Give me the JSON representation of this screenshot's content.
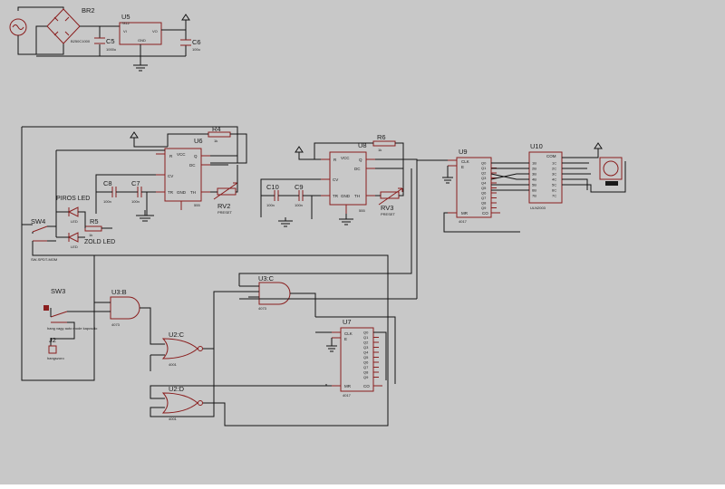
{
  "components": {
    "br2": {
      "ref": "BR2",
      "value": "B250C1000"
    },
    "u5": {
      "ref": "U5",
      "value": "7812",
      "pins": {
        "vi": "VI",
        "vo": "VO",
        "gnd": "GND"
      }
    },
    "c5": {
      "ref": "C5",
      "value": "1000u"
    },
    "c6": {
      "ref": "C6",
      "value": "100u"
    },
    "u6": {
      "ref": "U6",
      "value": "555",
      "pins": {
        "r": "R",
        "vcc": "VCC",
        "q": "Q",
        "dc": "DC",
        "cv": "CV",
        "gnd": "GND",
        "tr": "TR",
        "th": "TH"
      }
    },
    "r4": {
      "ref": "R4",
      "value": "1k"
    },
    "c8": {
      "ref": "C8",
      "value": "100n"
    },
    "c7": {
      "ref": "C7",
      "value": "100n"
    },
    "rv2": {
      "ref": "RV2",
      "value": "PRESET"
    },
    "u8": {
      "ref": "U8",
      "value": "555",
      "pins": {
        "r": "R",
        "vcc": "VCC",
        "q": "Q",
        "dc": "DC",
        "cv": "CV",
        "gnd": "GND",
        "tr": "TR",
        "th": "TH"
      }
    },
    "r6": {
      "ref": "R6",
      "value": "1k"
    },
    "c10": {
      "ref": "C10",
      "value": "100n"
    },
    "c9": {
      "ref": "C9",
      "value": "100n"
    },
    "rv3": {
      "ref": "RV3",
      "value": "PRESET"
    },
    "u9": {
      "ref": "U9",
      "value": "4017",
      "pins": {
        "clk": "CLK",
        "e": "E",
        "mr": "MR",
        "co": "CO"
      },
      "outputs": [
        "Q0",
        "Q1",
        "Q2",
        "Q3",
        "Q4",
        "Q5",
        "Q6",
        "Q7",
        "Q8",
        "Q9"
      ]
    },
    "u10": {
      "ref": "U10",
      "value": "ULN2003",
      "pins": {
        "com": "COM"
      },
      "inputs": [
        "1B",
        "2B",
        "3B",
        "4B",
        "5B",
        "6B",
        "7B"
      ],
      "outputs": [
        "1C",
        "2C",
        "3C",
        "4C",
        "5C",
        "6C",
        "7C"
      ]
    },
    "sw4": {
      "ref": "SW4",
      "value": "SW-SPDT-MOM"
    },
    "piros_led": {
      "label": "PIROS LED",
      "value": "LED"
    },
    "zold_led": {
      "label": "ZOLD LED",
      "value": "LED"
    },
    "r5": {
      "ref": "R5",
      "value": "1k"
    },
    "sw3": {
      "ref": "SW3",
      "value": "hang vagy auto mode kapcsolo"
    },
    "j2": {
      "ref": "J2",
      "value": "hangszoro"
    },
    "u3b": {
      "ref": "U3:B",
      "value": "4073"
    },
    "u3c": {
      "ref": "U3:C",
      "value": "4073"
    },
    "u2c": {
      "ref": "U2:C",
      "value": "4001"
    },
    "u2d": {
      "ref": "U2:D",
      "value": "4001"
    },
    "u7": {
      "ref": "U7",
      "value": "4017",
      "pins": {
        "clk": "CLK",
        "e": "E",
        "mr": "MR",
        "co": "CO"
      },
      "outputs": [
        "Q0",
        "Q1",
        "Q2",
        "Q3",
        "Q4",
        "Q5",
        "Q6",
        "Q7",
        "Q8",
        "Q9"
      ]
    }
  }
}
